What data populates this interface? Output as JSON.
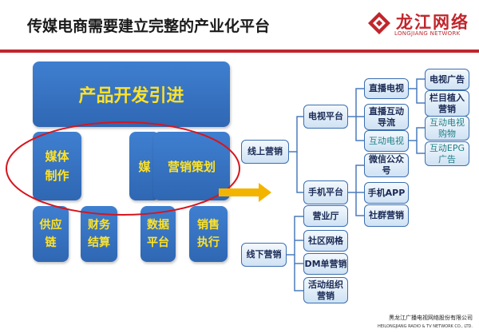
{
  "title": "传媒电商需要建立完整的产业化平台",
  "logo": {
    "name_cn": "龙江网络",
    "name_en": "LONGJIANG NETWORK",
    "icon": "longjiang-network-logo"
  },
  "left": {
    "top": "产品开发引进",
    "media": "媒体\n制作",
    "mei": "媒",
    "marketing": "营销策划",
    "bottom": [
      "供应\n链",
      "财务\n结算",
      "数据\n平台",
      "销售\n执行"
    ]
  },
  "right": {
    "online": "线上营销",
    "offline": "线下营销",
    "tv_platform": "电视平台",
    "mobile_platform": "手机平台",
    "live_tv": "直播电视",
    "live_interactive": "直播互动\n导流",
    "interactive_tv": "互动电视",
    "tv_ad": "电视广告",
    "column_placement": "栏目植入\n营销",
    "interactive_tv_shopping": "互动电视\n购物",
    "interactive_epg_ad": "互动EPG\n广告",
    "wechat": "微信公众\n号",
    "mobile_app": "手机APP",
    "community": "社群营销",
    "store": "营业厅",
    "community_net": "社区网格",
    "dm": "DM单营销",
    "events": "活动组织\n营销"
  },
  "colors": {
    "accent": "#c0262c",
    "box_blue": "#2f67b3",
    "box_text": "#ffe227",
    "node_border": "#3b6fb0",
    "arrow": "#f3b400"
  },
  "footer": {
    "company_cn": "黑龙江广播电视网络股份有限公司",
    "company_en": "HEILONGJIANG RADIO & TV NETWORK CO., LTD."
  }
}
